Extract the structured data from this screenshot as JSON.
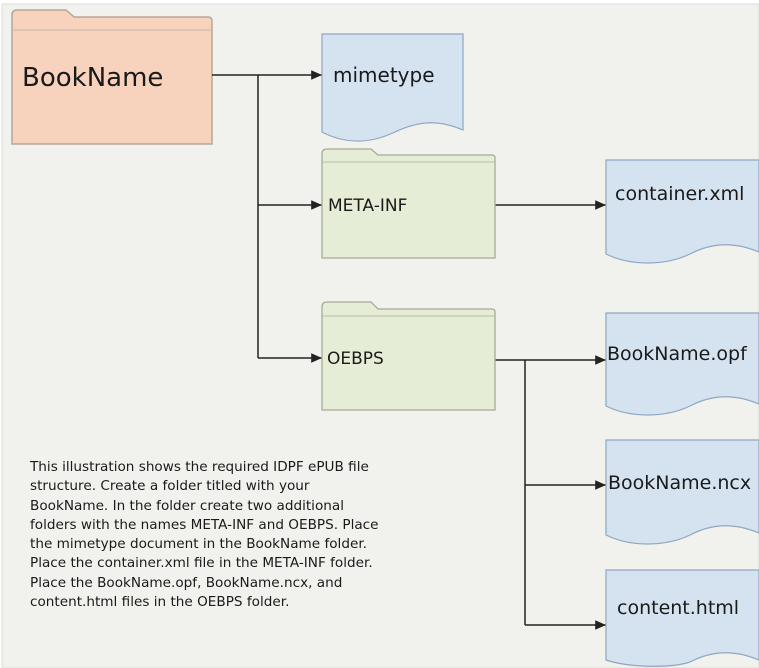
{
  "colors": {
    "background": "#f1f1ee",
    "root_folder_fill": "#f7d2bd",
    "sub_folder_fill": "#e6edd6",
    "file_fill": "#d5e3f1",
    "connector": "#222222"
  },
  "nodes": {
    "root": {
      "label": "BookName",
      "icon": "folder-icon"
    },
    "mimetype": {
      "label": "mimetype",
      "icon": "document-icon"
    },
    "meta_inf": {
      "label": "META-INF",
      "icon": "folder-icon"
    },
    "container_xml": {
      "label": "container.xml",
      "icon": "document-icon"
    },
    "oebps": {
      "label": "OEBPS",
      "icon": "folder-icon"
    },
    "bookname_opf": {
      "label": "BookName.opf",
      "icon": "document-icon"
    },
    "bookname_ncx": {
      "label": "BookName.ncx",
      "icon": "document-icon"
    },
    "content_html": {
      "label": "content.html",
      "icon": "document-icon"
    }
  },
  "caption": {
    "lines": [
      "This illustration shows the required IDPF ePUB file",
      "structure. Create a folder titled with your",
      "BookName. In the folder create two additional",
      "folders with the names META-INF and OEBPS. Place",
      "the mimetype document in the BookName folder.",
      "Place the container.xml file in the META-INF folder.",
      "Place the BookName.opf, BookName.ncx, and",
      "content.html files in the OEBPS folder."
    ]
  }
}
